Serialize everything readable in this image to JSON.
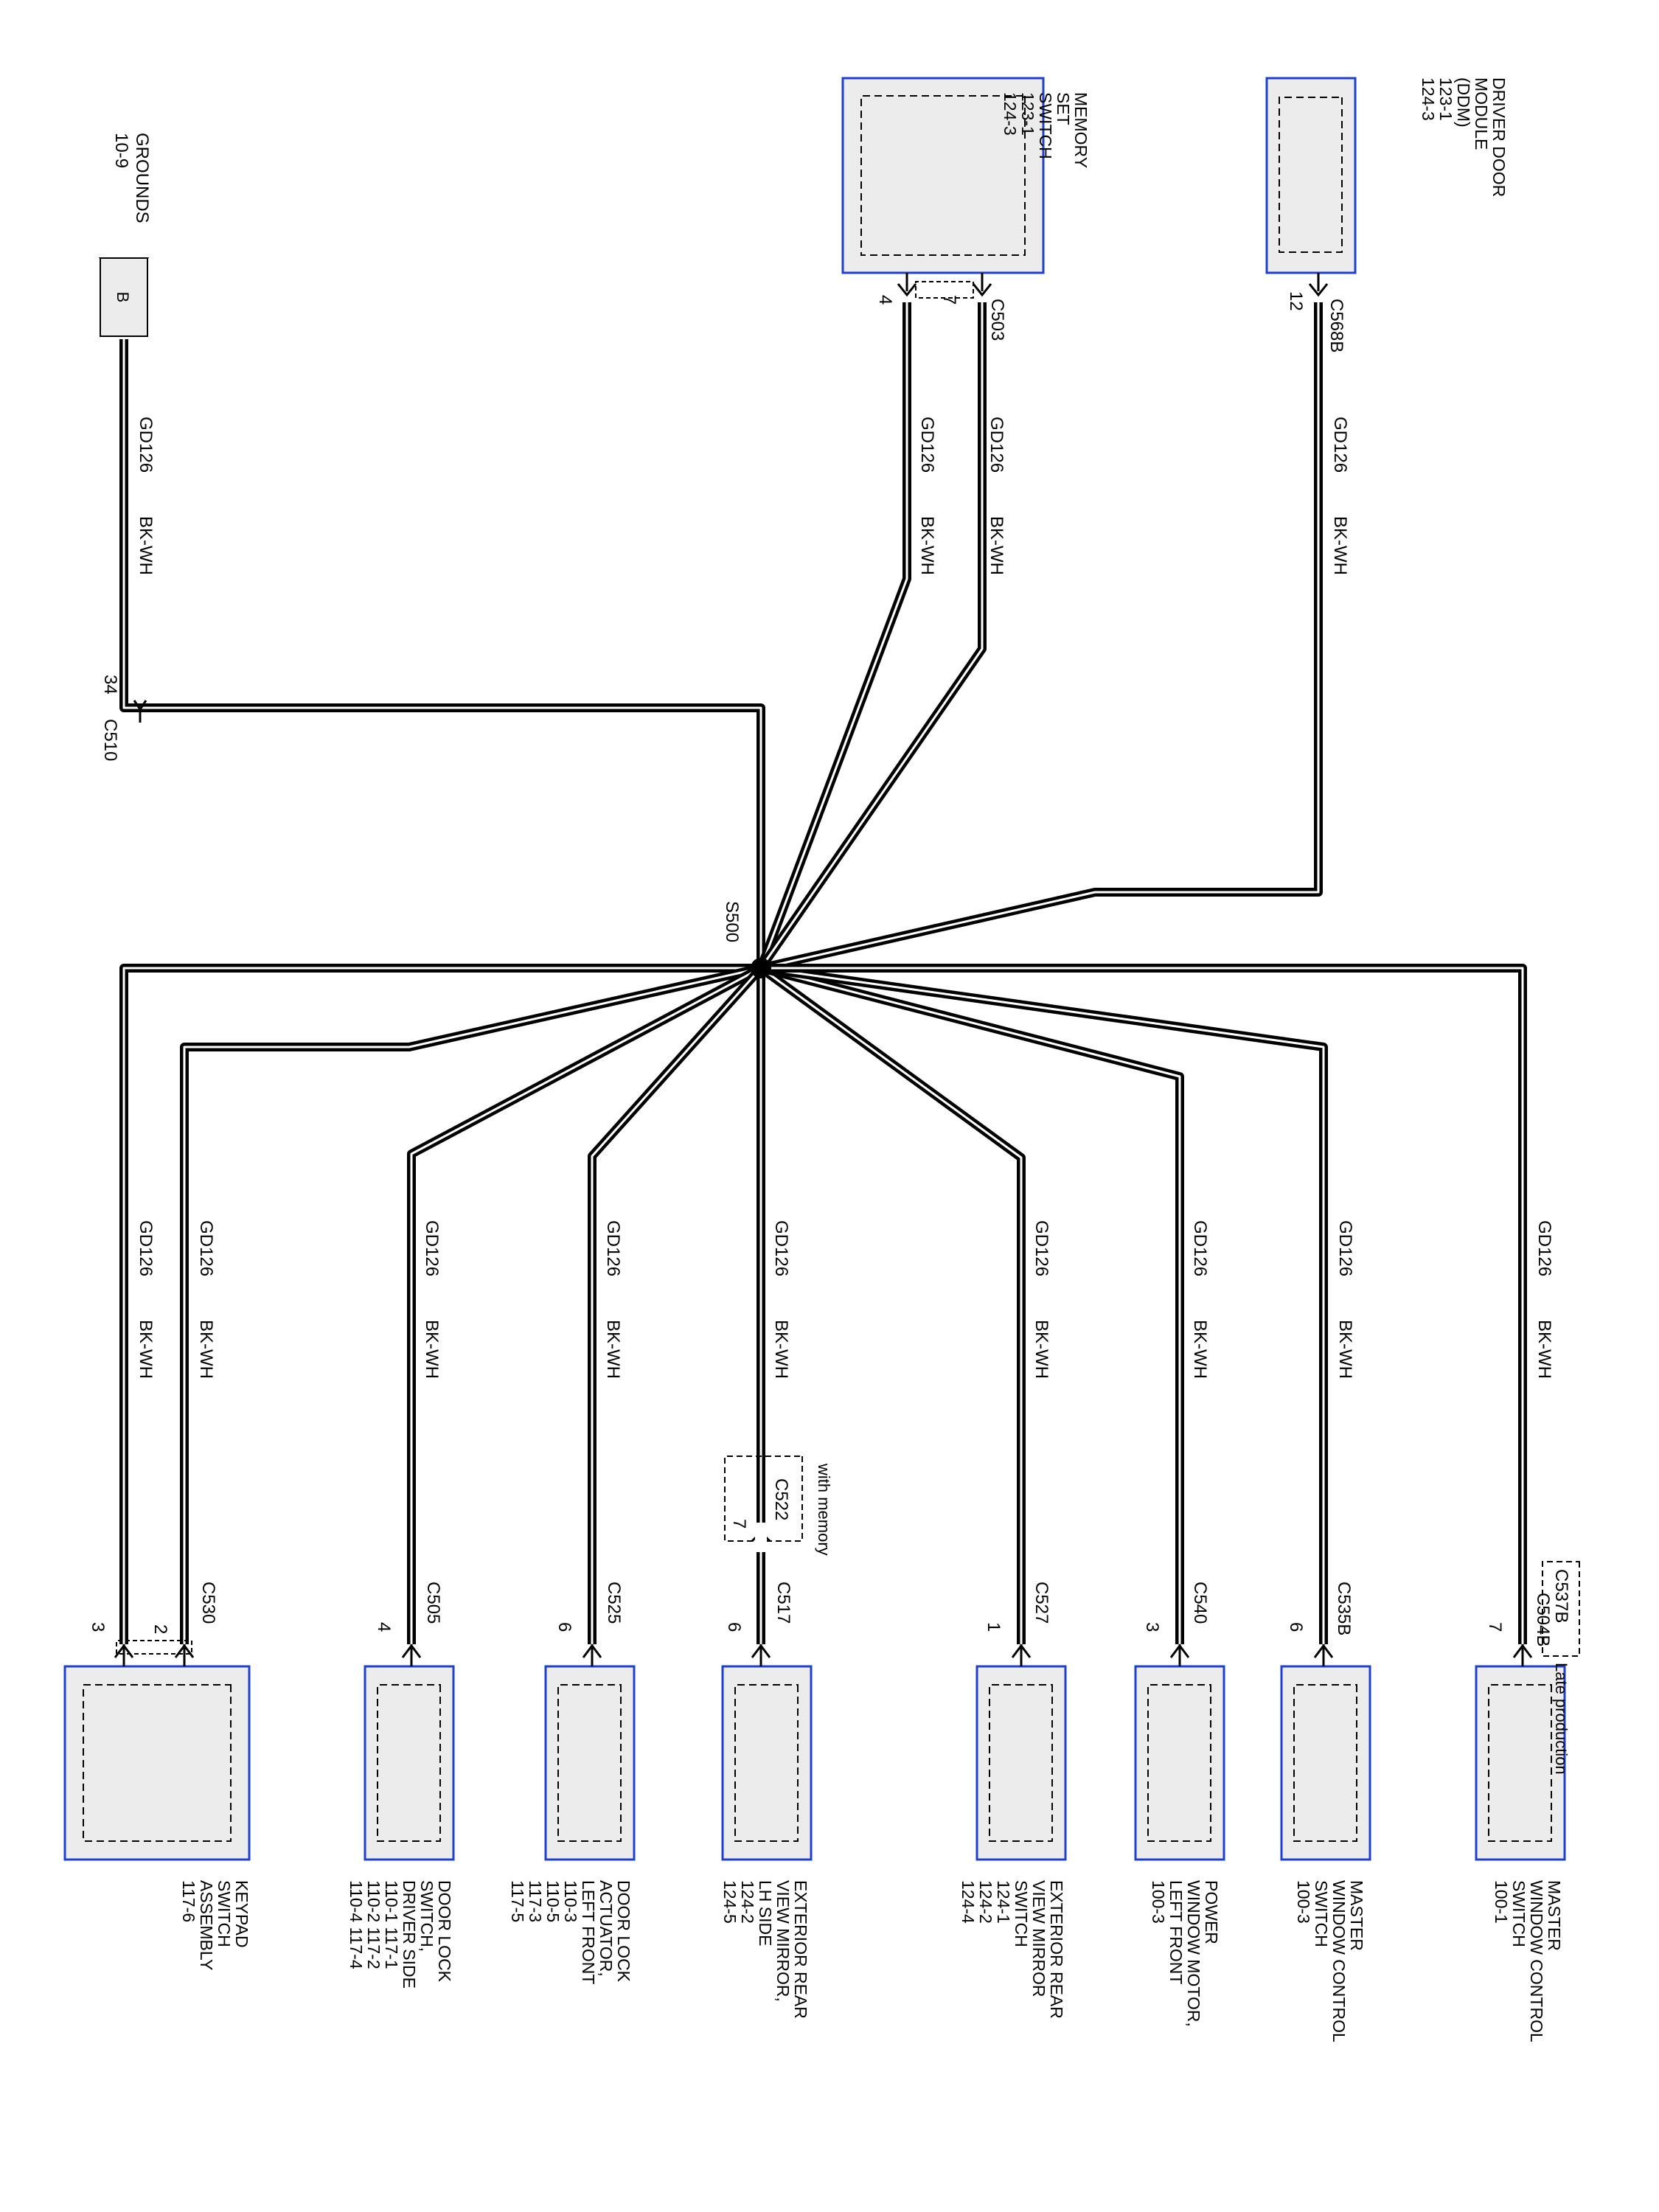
{
  "splice": {
    "id": "S500"
  },
  "wire": {
    "circuit": "GD126",
    "color": "BK-WH"
  },
  "ground": {
    "letter": "B",
    "title": "GROUNDS",
    "ref": "10-9"
  },
  "ground_connector": {
    "id": "C510",
    "pin": "34"
  },
  "top_components": [
    {
      "key": "memory",
      "name_lines": [
        "MEMORY",
        "SET",
        "SWITCH",
        "123-1",
        "124-3"
      ],
      "connector": "C503",
      "pins": [
        "4",
        "7"
      ]
    },
    {
      "key": "ddm",
      "name_lines": [
        "DRIVER DOOR",
        "MODULE",
        "(DDM)",
        "123-1",
        "124-3"
      ],
      "connector": "C568B",
      "pins": [
        "12"
      ]
    }
  ],
  "bottom_components": [
    {
      "key": "keypad",
      "name_lines": [
        "KEYPAD",
        "SWITCH",
        "ASSEMBLY",
        "117-6"
      ],
      "connector": "C530",
      "pins": [
        "3",
        "2"
      ]
    },
    {
      "key": "door-lock-switch",
      "name_lines": [
        "DOOR LOCK",
        "SWITCH,",
        "DRIVER SIDE",
        "110-1          117-1",
        "110-2          117-2",
        "110-4          117-4"
      ],
      "connector": "C505",
      "pins": [
        "4"
      ]
    },
    {
      "key": "door-lock-actuator",
      "name_lines": [
        "DOOR LOCK",
        "ACTUATOR,",
        "LEFT FRONT",
        "110-3",
        "110-5",
        "117-3",
        "117-5"
      ],
      "connector": "C525",
      "pins": [
        "6"
      ]
    },
    {
      "key": "mirror-lh",
      "name_lines": [
        "EXTERIOR REAR",
        "VIEW MIRROR,",
        "LH SIDE",
        "124-2",
        "124-5"
      ],
      "connector": "C517",
      "pins": [
        "6"
      ],
      "inline_connector": {
        "id": "C522",
        "pin": "7",
        "note": "with memory"
      }
    },
    {
      "key": "mirror-switch",
      "name_lines": [
        "EXTERIOR REAR",
        "VIEW MIRROR",
        "SWITCH",
        "124-1",
        "124-2",
        "124-4"
      ],
      "connector": "C527",
      "pins": [
        "1"
      ]
    },
    {
      "key": "window-motor",
      "name_lines": [
        "POWER",
        "WINDOW MOTOR,",
        "LEFT FRONT",
        "100-3"
      ],
      "connector": "C540",
      "pins": [
        "3"
      ]
    },
    {
      "key": "master-window-1",
      "name_lines": [
        "MASTER",
        "WINDOW CONTROL",
        "SWITCH",
        "100-3"
      ],
      "connector": "C535B",
      "pins": [
        "6"
      ]
    },
    {
      "key": "master-window-2",
      "name_lines": [
        "MASTER",
        "WINDOW CONTROL",
        "SWITCH",
        "100-1"
      ],
      "connector": "C504B",
      "alt_connector": "C537B",
      "alt_note": "Late production",
      "pins": [
        "7"
      ]
    }
  ],
  "colors": {
    "component_border": "#1f3fd1",
    "component_fill": "#ececec",
    "wire_line": "#000000",
    "background": "#ffffff"
  }
}
